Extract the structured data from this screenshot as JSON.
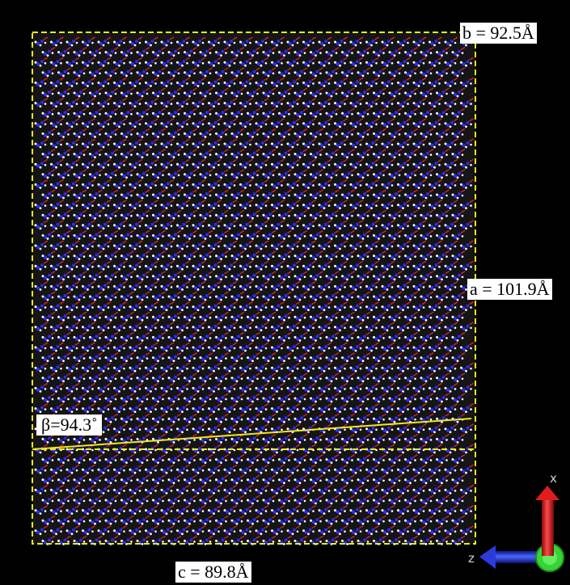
{
  "labels": {
    "b": "b = 92.5Å",
    "a": "a = 101.9Å",
    "c": "c = 89.8Å",
    "beta": "β=94.3˚"
  },
  "axes": {
    "x_label": "x",
    "z_label": "z"
  },
  "lattice": {
    "rows": 50,
    "cols": 28
  },
  "colors": {
    "background": "#000000",
    "panel": "#151515",
    "box": "#f1e81c",
    "nitrogen": "#2c2cf5",
    "hydrogen": "#ffffff",
    "oxygen": "#e22020",
    "axis_x": "#d21414",
    "axis_z": "#2233dd",
    "axis_y": "#33cc33"
  }
}
